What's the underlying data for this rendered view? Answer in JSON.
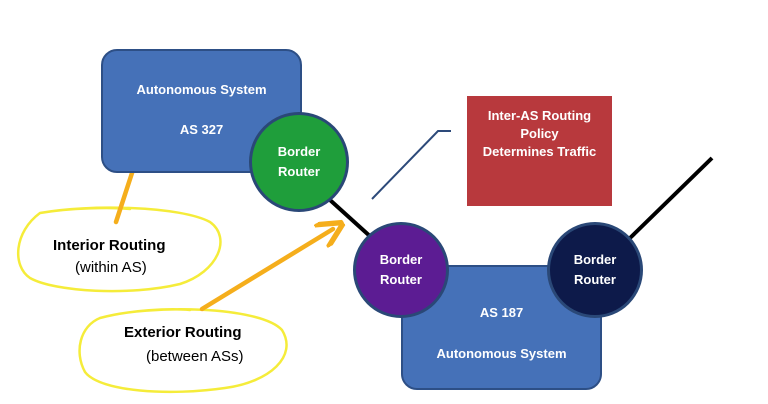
{
  "as327": {
    "title": "Autonomous System",
    "number": "AS 327"
  },
  "as187": {
    "number": "AS 187",
    "title": "Autonomous System"
  },
  "routers": {
    "r1": {
      "line1": "Border",
      "line2": "Router"
    },
    "r2": {
      "line1": "Border",
      "line2": "Router"
    },
    "r3": {
      "line1": "Border",
      "line2": "Router"
    }
  },
  "policy": {
    "line1": "Inter-AS Routing",
    "line2": "Policy",
    "line3": "Determines Traffic"
  },
  "interior": {
    "title": "Interior Routing",
    "note": "(within AS)"
  },
  "exterior": {
    "title": "Exterior Routing",
    "note": "(between ASs)"
  },
  "colors": {
    "as_box": "#4571b8",
    "router_green": "#1f9e3b",
    "router_purple": "#5c1c93",
    "router_navy": "#0d1a4a",
    "policy_box": "#b8393d",
    "arrow": "#f5ae1c",
    "highlight": "#f5ec3a"
  }
}
